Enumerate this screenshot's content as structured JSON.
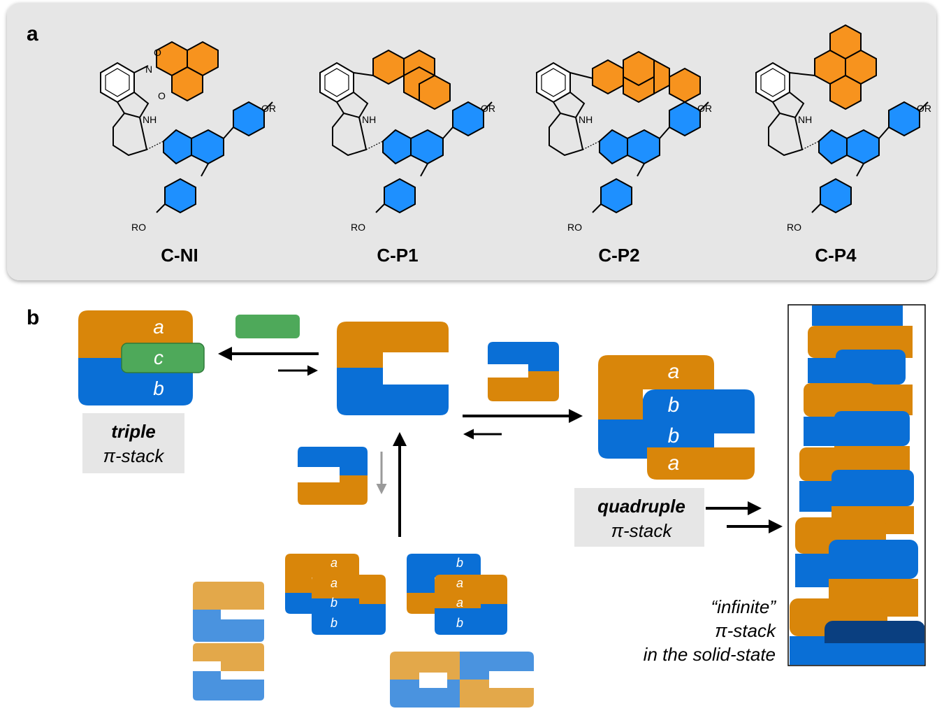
{
  "colors": {
    "orange": "#d9860a",
    "blue": "#0a6fd6",
    "green": "#4ea95a",
    "pale_orange": "#e3a84a",
    "pale_blue": "#4a93df",
    "panel_bg": "#e6e6e6",
    "label_bg": "#e6e6e6",
    "grey_arrow": "#9a9a9a"
  },
  "panel_a": {
    "label": "a",
    "atom_labels": {
      "o": "O",
      "n": "N",
      "nh": "NH",
      "or": "OR",
      "ro": "RO"
    },
    "compounds": [
      {
        "name": "C-NI",
        "arm": "naphthalimide"
      },
      {
        "name": "C-P1",
        "arm": "pyrene-1"
      },
      {
        "name": "C-P2",
        "arm": "pyrene-2"
      },
      {
        "name": "C-P4",
        "arm": "pyrene-4"
      }
    ]
  },
  "panel_b": {
    "label": "b",
    "triple": {
      "letters": [
        "a",
        "c",
        "b"
      ],
      "line1": "triple",
      "line2": "π-stack"
    },
    "quadruple": {
      "letters": [
        "a",
        "b",
        "b",
        "a"
      ],
      "line1": "quadruple",
      "line2": "π-stack"
    },
    "dimer_left": {
      "letters": [
        "a",
        "a",
        "b",
        "b"
      ]
    },
    "dimer_right": {
      "letters": [
        "b",
        "a",
        "a",
        "b"
      ]
    },
    "infinite": {
      "line1": "“infinite”",
      "line2": "π-stack",
      "line3": "in the solid-state"
    }
  }
}
